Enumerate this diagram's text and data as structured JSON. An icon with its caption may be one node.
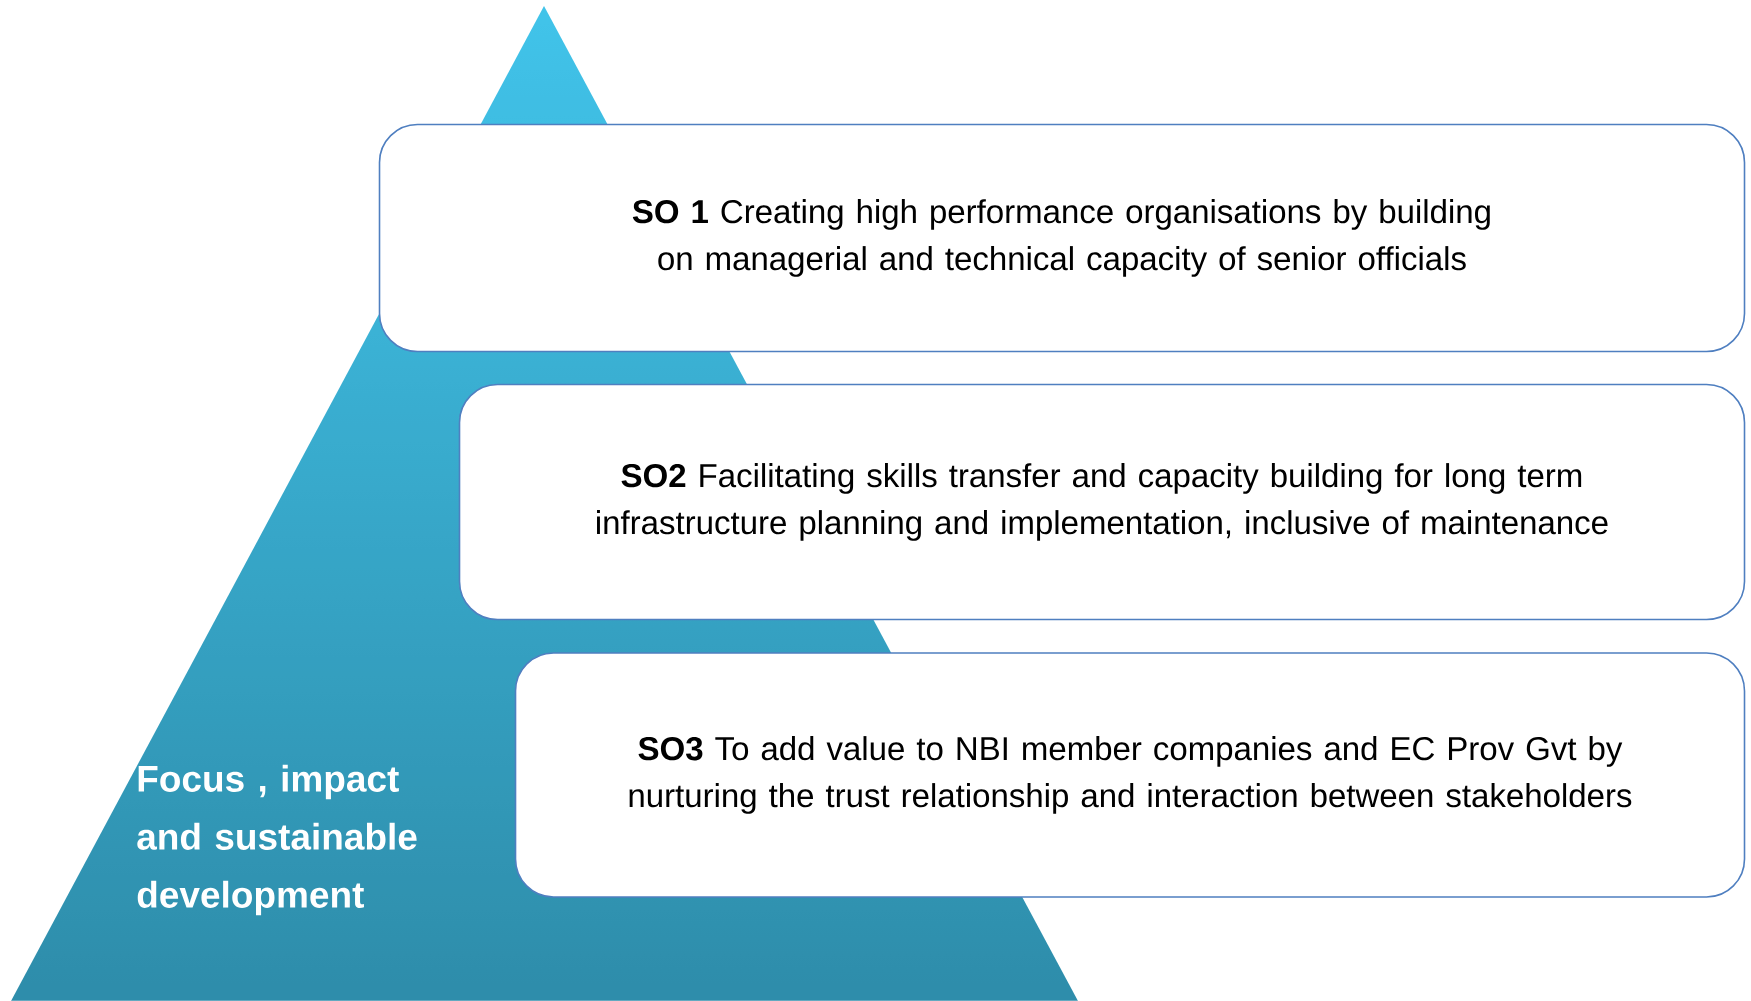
{
  "diagram": {
    "nodes": [
      {
        "text": [
          "Focus , impact and sustainable development"
        ]
      },
      {
        "text": [
          "**SO 1** Creating high performance organisations by building on managerial and technical capacity of senior officials"
        ]
      },
      {
        "text": [
          "**SO2** Facilitating skills transfer and capacity building for long term infrastructure planning and implementation, inclusive of maintenance"
        ]
      },
      {
        "text": [
          "**SO3** To add value to NBI member companies and EC Prov Gvt by nurturing the trust relationship and interaction between stakeholders"
        ]
      }
    ],
    "edges": []
  }
}
